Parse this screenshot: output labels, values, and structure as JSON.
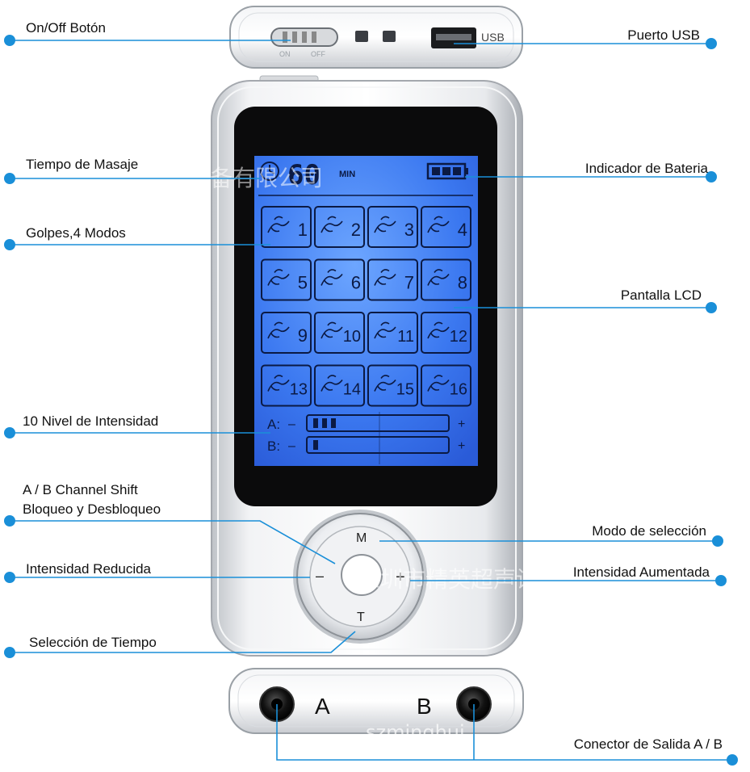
{
  "labels": {
    "on_off": "On/Off Botón",
    "usb_port": "Puerto USB",
    "massage_time": "Tiempo de Masaje",
    "battery": "Indicador de Bateria",
    "modes": "Golpes,4 Modos",
    "lcd": "Pantalla LCD",
    "intensity_levels": "10 Nivel de Intensidad",
    "channel_shift_1": "A / B Channel Shift",
    "channel_shift_2": "Bloqueo y Desbloqueo",
    "mode_select": "Modo de selección",
    "intensity_down": "Intensidad Reducida",
    "intensity_up": "Intensidad Aumentada",
    "time_select": "Selección de Tiempo",
    "output_connector": "Conector de Salida A / B"
  },
  "device_top": {
    "on_text": "ON",
    "off_text": "OFF",
    "usb_text": "USB"
  },
  "lcd": {
    "timer_value": "60",
    "timer_unit": "MIN",
    "modes": [
      "1",
      "2",
      "3",
      "4",
      "5",
      "6",
      "7",
      "8",
      "9",
      "10",
      "11",
      "12",
      "13",
      "14",
      "15",
      "16"
    ],
    "channel_a": "A:",
    "channel_b": "B:",
    "minus": "–",
    "plus": "+",
    "level_a": 0.3,
    "level_b": 0.1
  },
  "dial": {
    "m": "M",
    "t": "T",
    "minus": "–",
    "plus": "+"
  },
  "device_bottom": {
    "a": "A",
    "b": "B"
  },
  "watermarks": {
    "cn": "深圳市精英超声设备有限公司",
    "latin": "szminghui"
  },
  "colors": {
    "accent": "#1a8fd8",
    "lcd": "#2f6cf0"
  }
}
